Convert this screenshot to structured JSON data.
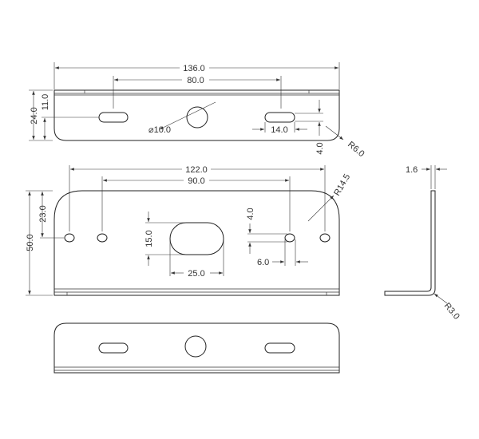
{
  "drawing": {
    "top_view": {
      "overall_width": "136.0",
      "slot_spacing": "80.0",
      "height": "24.0",
      "slot_offset": "11.0",
      "hole_diameter": "⌀10.0",
      "slot_length": "14.0",
      "slot_width": "4.0",
      "corner_radius": "R6.0"
    },
    "front_view": {
      "outer_hole_spacing": "122.0",
      "inner_hole_spacing": "90.0",
      "height": "50.0",
      "hole_offset": "23.0",
      "slot_height": "15.0",
      "slot_length": "25.0",
      "hole_height": "4.0",
      "hole_width": "6.0",
      "corner_radius": "R14.5"
    },
    "side_view": {
      "thickness": "1.6",
      "bend_radius": "R3.0"
    }
  }
}
